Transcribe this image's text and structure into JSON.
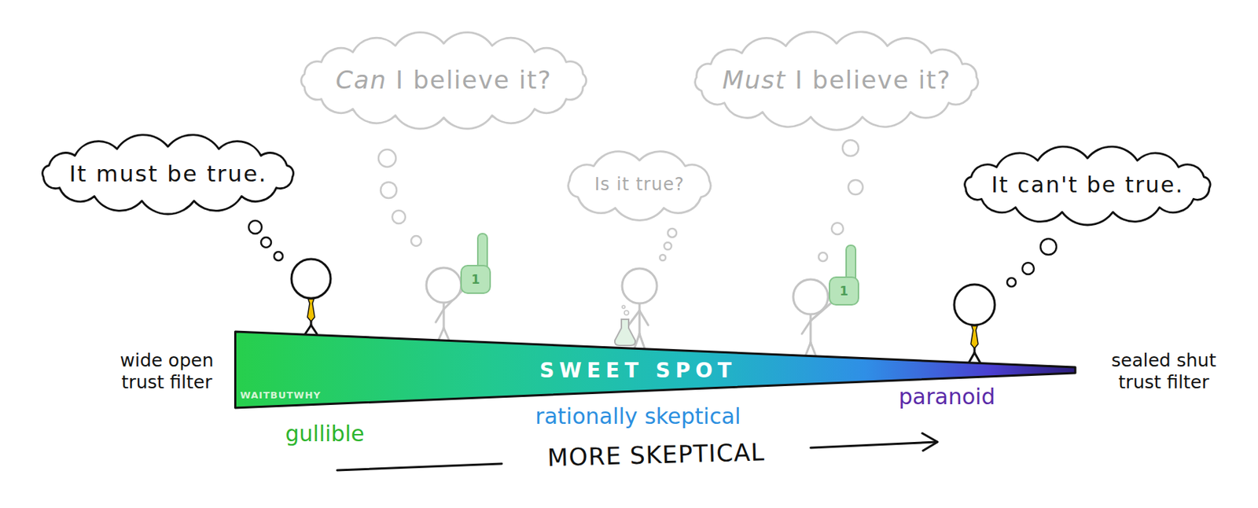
{
  "diagram": {
    "nodes": [
      {
        "text": [
          "It must be true."
        ]
      },
      {
        "text": [
          "Can I believe it?"
        ]
      },
      {
        "text": [
          "Is it true?"
        ]
      },
      {
        "text": [
          "Must I believe it?"
        ]
      },
      {
        "text": [
          "It can't be true."
        ]
      },
      {
        "text": [
          "SWEET SPOT"
        ]
      }
    ],
    "labels": [
      "wide open trust filter",
      "WAITBUTWHY",
      "gullible",
      "rationally skeptical",
      "paranoid",
      "sealed shut trust filter",
      "MORE SKEPTICAL",
      "1",
      "1"
    ]
  }
}
